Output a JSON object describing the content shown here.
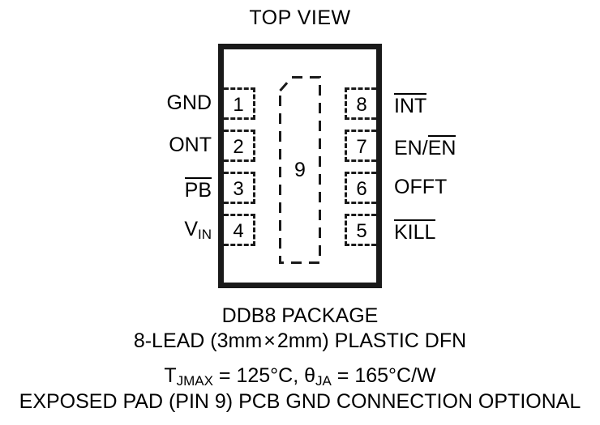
{
  "diagram": {
    "title": "TOP VIEW",
    "package_outline_name": "DFN package body outline",
    "exposed_pad": {
      "number": "9",
      "description": "exposed thermal pad with chamfered top-left corner"
    },
    "pins_left": [
      {
        "number": "1",
        "label": "GND",
        "overline": false
      },
      {
        "number": "2",
        "label": "ONT",
        "overline": false
      },
      {
        "number": "3",
        "label": "PB",
        "overline": true
      },
      {
        "number": "4",
        "label": "VIN",
        "overline": false,
        "base": "V",
        "subscript": "IN"
      }
    ],
    "pins_right": [
      {
        "number": "8",
        "label": "INT",
        "overline": true
      },
      {
        "number": "7",
        "label": "EN/EN",
        "overline": "partial",
        "plain": "EN/",
        "barred": "EN"
      },
      {
        "number": "6",
        "label": "OFFT",
        "overline": false
      },
      {
        "number": "5",
        "label": "KILL",
        "overline": true
      }
    ]
  },
  "captions": {
    "package_name": "DDB8 PACKAGE",
    "lead_info_pre": "8-LEAD (3mm",
    "lead_info_times": "×",
    "lead_info_post": "2mm) PLASTIC DFN",
    "thermal": {
      "t_symbol": "T",
      "t_subscript": "JMAX",
      "t_value": " = 125°C, ",
      "theta_symbol": "θ",
      "theta_subscript": "JA",
      "theta_value": " = 165°C/W"
    },
    "exposed_pad_note": "EXPOSED PAD (PIN 9) PCB GND CONNECTION OPTIONAL"
  },
  "colors": {
    "ink": "#000000",
    "outline": "#1a1a1a",
    "background": "#ffffff"
  }
}
